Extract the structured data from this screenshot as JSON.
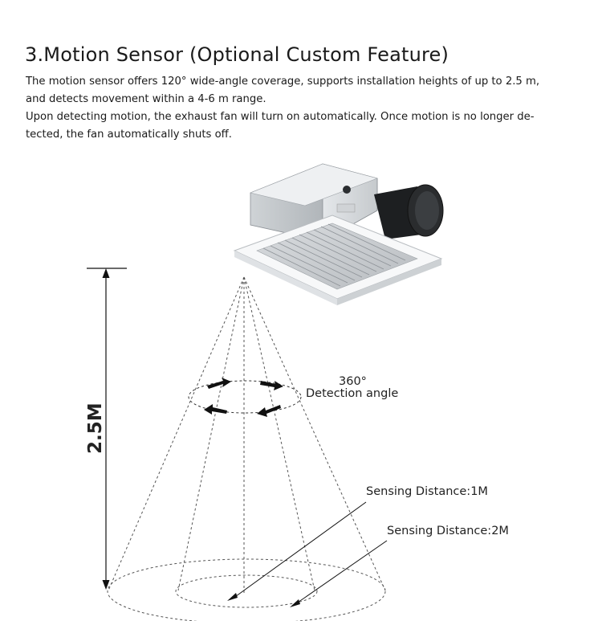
{
  "heading": "3.Motion Sensor (Optional Custom Feature)",
  "paragraphs": [
    "The motion sensor offers 120° wide-angle coverage, supports installation heights of up to 2.5 m,",
    "and detects movement within a 4-6 m range.",
    "Upon detecting motion, the exhaust fan will turn on automatically. Once motion is no longer de-",
    "tected, the fan automatically shuts off."
  ],
  "diagram": {
    "height_label": "2.5M",
    "rotation_value": "360°",
    "rotation_label": "Detection angle",
    "sensing_near": "Sensing Distance:1M",
    "sensing_far": "Sensing Distance:2M"
  }
}
